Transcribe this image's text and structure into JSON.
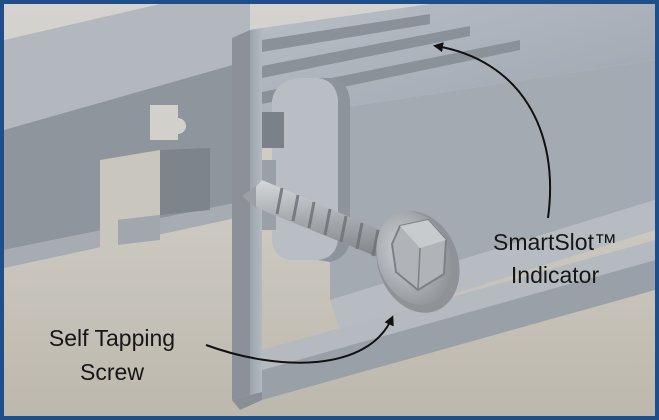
{
  "callouts": {
    "smartslot": {
      "line1": "SmartSlot™",
      "line2": "Indicator"
    },
    "screw": {
      "line1": "Self Tapping",
      "line2": "Screw"
    }
  },
  "colors": {
    "border": "#1f4f8a",
    "background": "#c9c6bd",
    "metal": "#a9b0b9",
    "text": "#161616"
  }
}
